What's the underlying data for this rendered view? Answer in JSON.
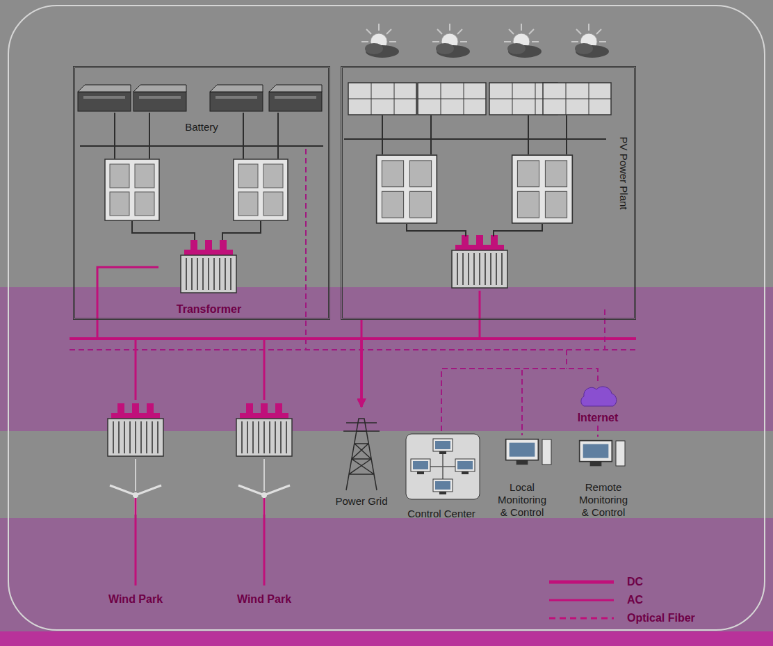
{
  "diagram": {
    "nodes": [
      {
        "text": [
          "Battery"
        ]
      },
      {
        "text": [
          "Transformer"
        ],
        "in": 0
      },
      {
        "text": [
          "PV Power Plant"
        ]
      },
      {
        "text": [
          "Internet"
        ]
      },
      {
        "text": [
          "Wind Park"
        ]
      },
      {
        "text": [
          "Wind Park"
        ]
      },
      {
        "text": [
          "Power Grid"
        ]
      },
      {
        "text": [
          "Control Center"
        ]
      },
      {
        "text": [
          "Local Monitoring & Control"
        ]
      },
      {
        "text": [
          "Remote Monitoring & Control"
        ]
      }
    ],
    "edges": [
      {
        "from": 1,
        "to": 6,
        "arrow": "to"
      },
      {
        "from": 2,
        "to": 6,
        "arrow": "to"
      },
      {
        "from": 4,
        "to": 6,
        "arrow": "to"
      },
      {
        "from": 5,
        "to": 6,
        "arrow": "to"
      },
      {
        "from": 7,
        "to": 8,
        "arrow": "none"
      },
      {
        "from": 7,
        "to": 3,
        "arrow": "none"
      },
      {
        "from": 3,
        "to": 9,
        "arrow": "none"
      }
    ],
    "legend": [
      {
        "text": "DC"
      },
      {
        "text": "AC"
      },
      {
        "text": "Optical Fiber"
      }
    ]
  }
}
